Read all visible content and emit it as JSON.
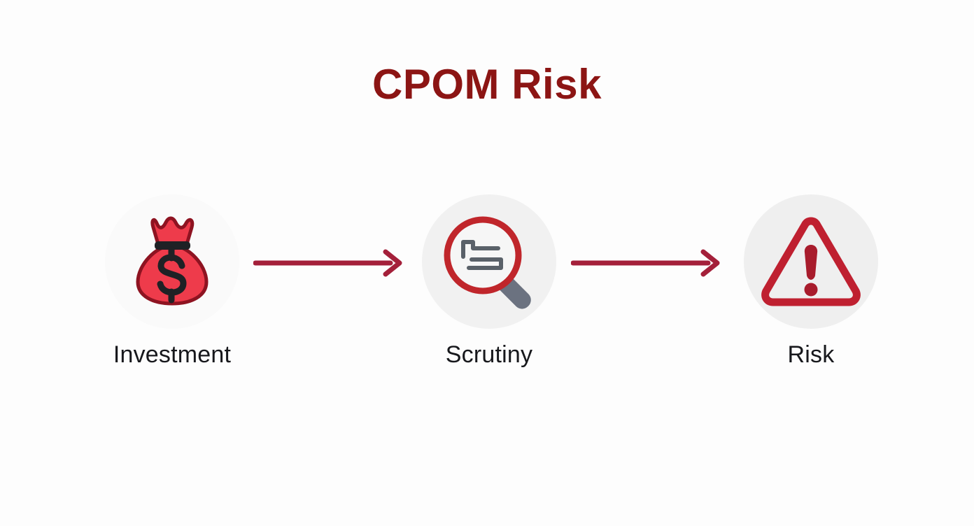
{
  "page": {
    "title": "CPOM Risk",
    "background_color": "#fdfdfd",
    "title_color": "#8C1514",
    "label_color": "#17181c",
    "arrow_color": "#A4203A"
  },
  "flow": {
    "type": "process-flow",
    "steps": [
      {
        "id": "investment",
        "label": "Investment",
        "icon": "money-bag-icon",
        "circle_color": "#fafafa",
        "icon_colors": {
          "bag": "#EE3B4B",
          "outline": "#8E1321",
          "tie": "#1F2125",
          "symbol": "#1F2125"
        }
      },
      {
        "id": "scrutiny",
        "label": "Scrutiny",
        "icon": "magnifying-glass-document-icon",
        "circle_color": "#f1f1f1",
        "icon_colors": {
          "lens": "#C0262B",
          "handle": "#6B7280",
          "document": "#5A6169"
        }
      },
      {
        "id": "risk",
        "label": "Risk",
        "icon": "warning-triangle-icon",
        "circle_color": "#efefef",
        "icon_colors": {
          "triangle": "#BF2030",
          "exclamation": "#A81C2C"
        }
      }
    ],
    "connectors": [
      {
        "id": "arrow-investment-to-scrutiny",
        "from": "investment",
        "to": "scrutiny",
        "style": "chevron-arrow"
      },
      {
        "id": "arrow-scrutiny-to-risk",
        "from": "scrutiny",
        "to": "risk",
        "style": "chevron-arrow"
      }
    ]
  }
}
